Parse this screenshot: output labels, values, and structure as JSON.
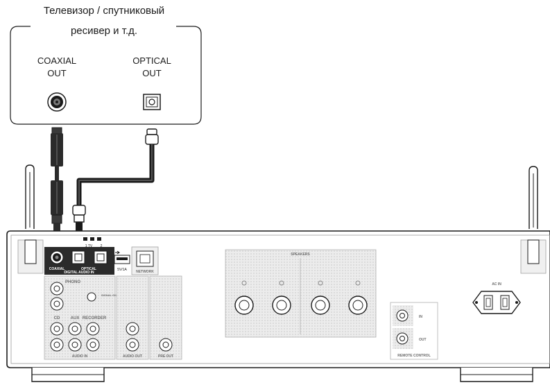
{
  "source_device": {
    "title_line1": "Телевизор / спутниковый",
    "title_line2": "ресивер и т.д.",
    "coaxial_label_line1": "COAXIAL",
    "coaxial_label_line2": "OUT",
    "optical_label_line1": "OPTICAL",
    "optical_label_line2": "OUT"
  },
  "amplifier": {
    "digital_audio_in": "DIGITAL AUDIO IN",
    "coaxial": "COAXIAL",
    "optical": "OPTICAL",
    "optical_1": "1 TV",
    "optical_2": "2",
    "network": "NETWORK",
    "usb_rating": "5V/1A",
    "phono": "PHONO",
    "signal_gnd": "SIGNAL GND",
    "cd": "CD",
    "aux": "AUX",
    "recorder": "RECORDER",
    "audio_in": "AUDIO IN",
    "audio_out": "AUDIO OUT",
    "pre_out": "PRE OUT",
    "speakers": "SPEAKERS",
    "remote_in": "IN",
    "remote_out": "OUT",
    "remote_control": "REMOTE CONTROL",
    "ac_in": "AC IN"
  },
  "colors": {
    "panel_fill": "#ffffff",
    "outline": "#1a1a1a",
    "dotted_panel": "#e6e6e6",
    "highlight": "#2b2b2b"
  }
}
